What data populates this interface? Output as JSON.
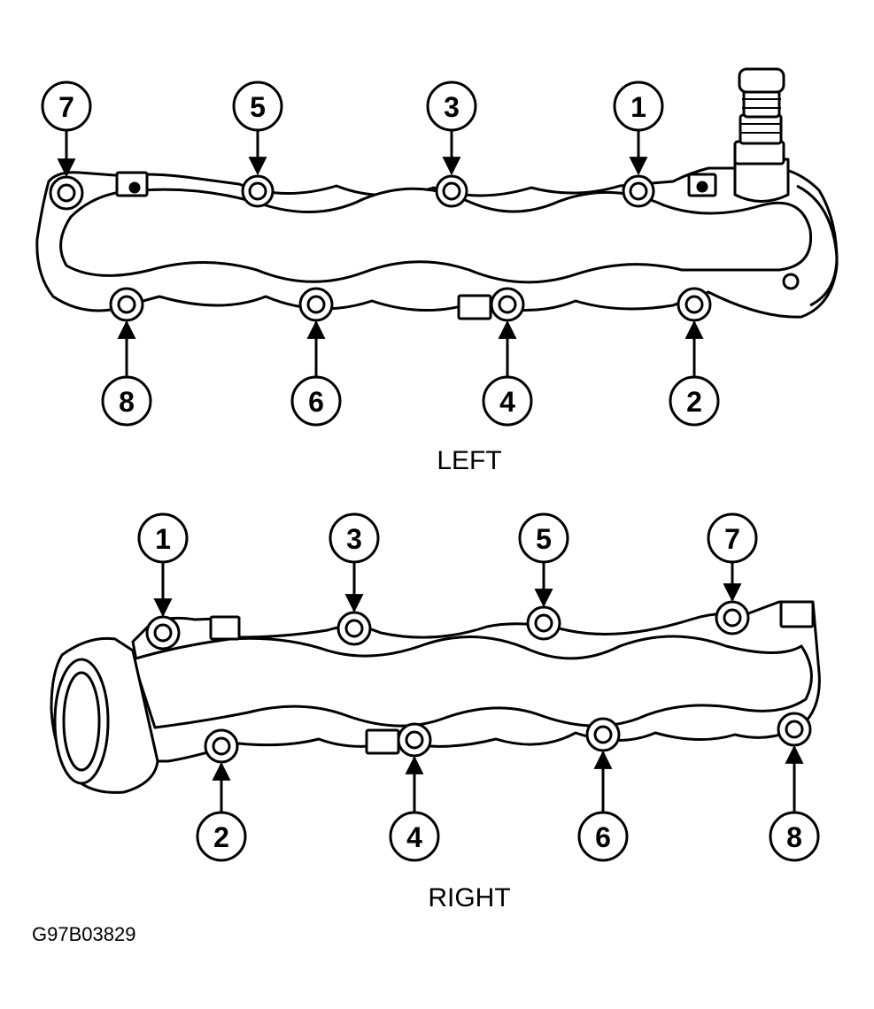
{
  "left_manifold": {
    "label": "LEFT",
    "top_bolts": [
      "7",
      "5",
      "3",
      "1"
    ],
    "bottom_bolts": [
      "8",
      "6",
      "4",
      "2"
    ]
  },
  "right_manifold": {
    "label": "RIGHT",
    "top_bolts": [
      "1",
      "3",
      "5",
      "7"
    ],
    "bottom_bolts": [
      "2",
      "4",
      "6",
      "8"
    ]
  },
  "figure_code": "G97B03829",
  "colors": {
    "line": "#000000",
    "fill": "#ffffff"
  }
}
